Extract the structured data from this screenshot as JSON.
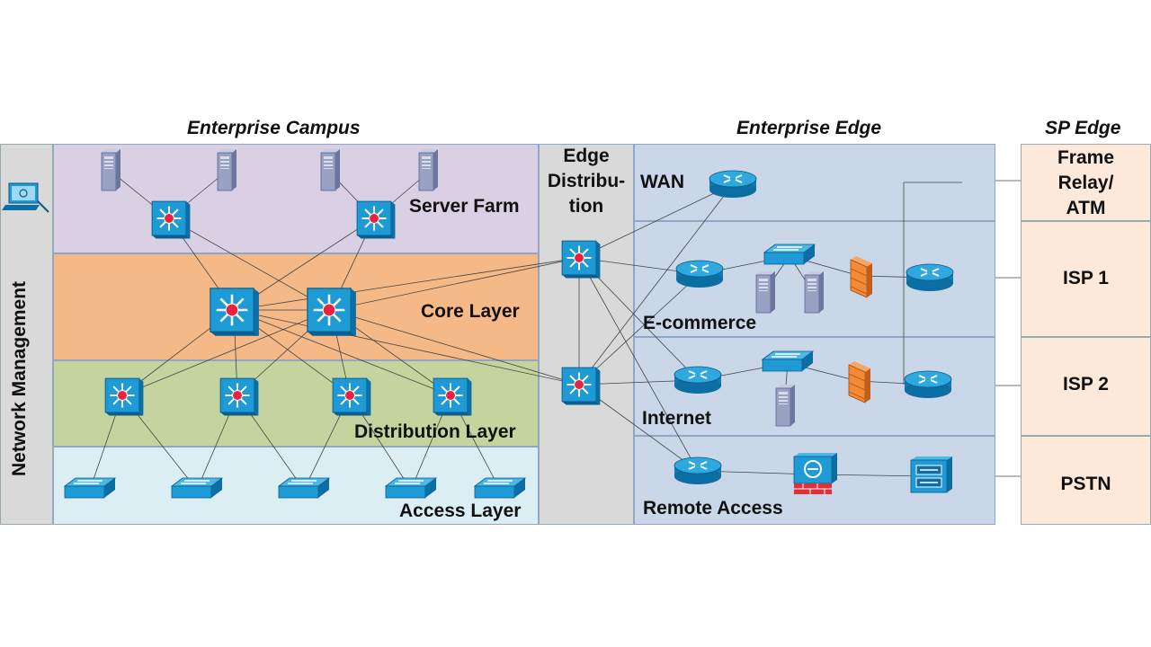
{
  "headers": {
    "campus": "Enterprise Campus",
    "edge": "Enterprise Edge",
    "sp": "SP Edge"
  },
  "sidebar": {
    "title": "Network Management"
  },
  "campus": {
    "server_farm": "Server Farm",
    "core": "Core Layer",
    "distribution": "Distribution Layer",
    "access": "Access Layer"
  },
  "edge_distribution": {
    "line1": "Edge",
    "line2": "Distribu-",
    "line3": "tion"
  },
  "enterprise_edge": {
    "wan": "WAN",
    "ecommerce": "E-commerce",
    "internet": "Internet",
    "remote": "Remote Access"
  },
  "sp_edge": {
    "frame1": "Frame",
    "frame2": "Relay/",
    "frame3": "ATM",
    "isp1": "ISP 1",
    "isp2": "ISP 2",
    "pstn": "PSTN"
  },
  "colors": {
    "server_farm": "#d9d0e3",
    "core": "#f5b887",
    "distribution": "#c5d49e",
    "access": "#dbeef3",
    "edge_distribution": "#d9d9d9",
    "enterprise_edge": "#c9d7e8",
    "sp_edge": "#fde9d9",
    "device": "#1e9bd7"
  }
}
